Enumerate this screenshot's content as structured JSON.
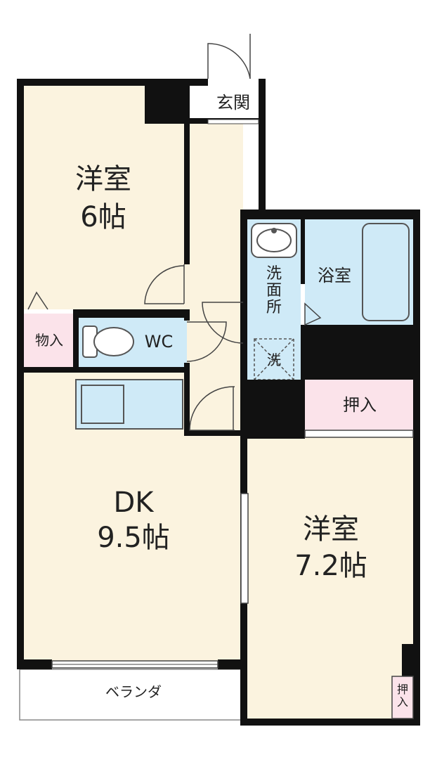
{
  "rooms": {
    "western_6": {
      "name": "洋室",
      "size": "6帖"
    },
    "dk": {
      "name": "DK",
      "size": "9.5帖"
    },
    "western_72": {
      "name": "洋室",
      "size": "7.2帖"
    }
  },
  "labels": {
    "entrance": "玄関",
    "storage": "物入",
    "wc": "WC",
    "bath": "浴室",
    "washroom_1": "洗",
    "washroom_2": "面",
    "washroom_3": "所",
    "washer": "洗",
    "closet": "押入",
    "closet_small_1": "押",
    "closet_small_2": "入",
    "veranda": "ベランダ"
  },
  "colors": {
    "wall": "#111111",
    "floor": "#fbf3df",
    "wet_area": "#cfeaf7",
    "storage": "#fbe3ea",
    "outline": "#555555"
  }
}
